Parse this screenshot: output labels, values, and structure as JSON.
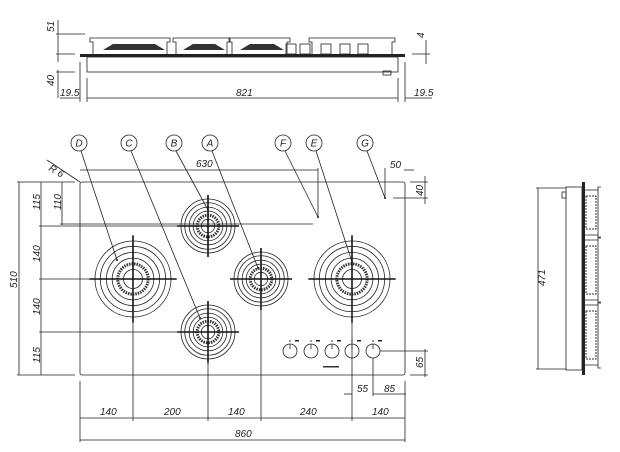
{
  "top_view": {
    "height_above": "51",
    "glass": "4",
    "body_depth": "40",
    "left_offset": "19.5",
    "body_width": "821",
    "right_offset": "19.5"
  },
  "plan_view": {
    "callouts": [
      "D",
      "C",
      "B",
      "A",
      "F",
      "E",
      "G"
    ],
    "radius": "R 6",
    "d630": "630",
    "d50": "50",
    "d40": "40",
    "left": {
      "d115a": "115",
      "d110": "110",
      "d140a": "140",
      "d510": "510",
      "d140b": "140",
      "d115b": "115"
    },
    "d65": "65",
    "d55": "55",
    "d85": "85",
    "bottom": [
      "140",
      "200",
      "140",
      "240",
      "140"
    ],
    "total_width": "860"
  },
  "side_view": {
    "depth": "471"
  }
}
